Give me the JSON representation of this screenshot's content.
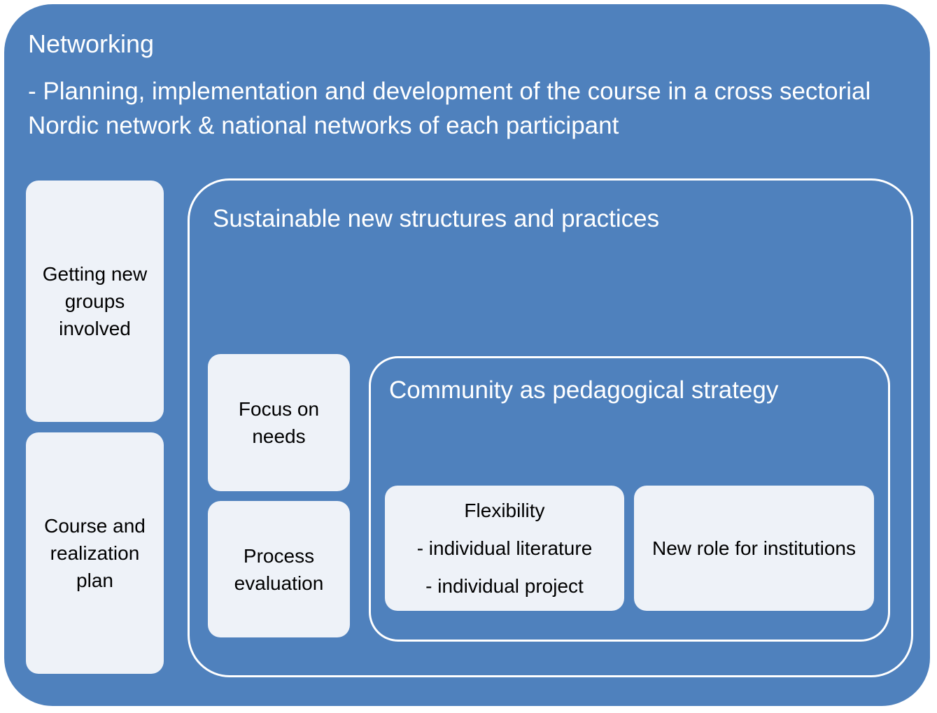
{
  "networking": {
    "title": "Networking",
    "description": "- Planning, implementation and development of the course in a cross sectorial Nordic network & national networks of each participant"
  },
  "left_boxes": {
    "getting_groups": "Getting new groups involved",
    "course_plan": "Course and realization plan"
  },
  "sustainable": {
    "title": "Sustainable new structures and practices",
    "focus_needs": "Focus on needs",
    "process_evaluation": "Process evaluation"
  },
  "community": {
    "title": "Community as pedagogical strategy",
    "flexibility": {
      "heading": "Flexibility",
      "items": [
        "- individual literature",
        "- individual project"
      ]
    },
    "new_role": "New role for institutions"
  },
  "colors": {
    "background_blue": "#4f81bd",
    "box_fill": "#eef2f8",
    "frame_border": "#ffffff"
  }
}
